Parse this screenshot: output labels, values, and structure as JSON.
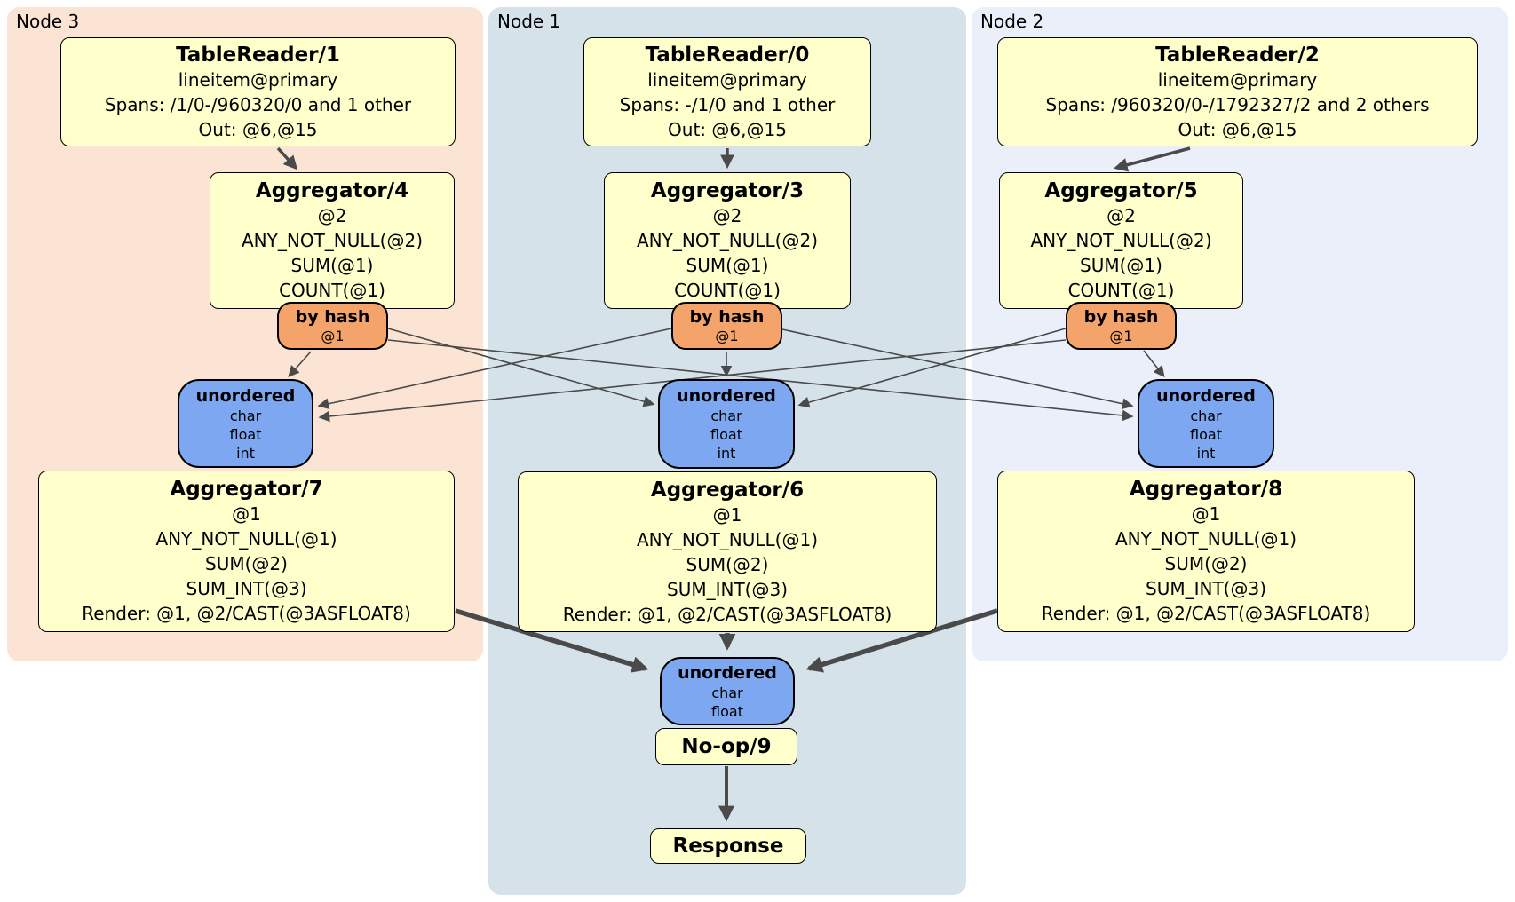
{
  "colors": {
    "node3-fill": "#fce4d4",
    "node1-fill": "#d5e2ea",
    "node2-fill": "#eaeffa",
    "box-fill": "#ffffcc",
    "router-fill": "#f4a46a",
    "stream-fill": "#7da7f0",
    "edge": "#4a4a4a"
  },
  "node_groups": {
    "node3": {
      "label": "Node 3"
    },
    "node1": {
      "label": "Node 1"
    },
    "node2": {
      "label": "Node 2"
    }
  },
  "processors": {
    "tr1": {
      "title": "TableReader/1",
      "index": "lineitem@primary",
      "spans": "Spans: /1/0-/960320/0 and 1 other",
      "out": "Out: @6,@15"
    },
    "tr0": {
      "title": "TableReader/0",
      "index": "lineitem@primary",
      "spans": "Spans: -/1/0 and 1 other",
      "out": "Out: @6,@15"
    },
    "tr2": {
      "title": "TableReader/2",
      "index": "lineitem@primary",
      "spans": "Spans: /960320/0-/1792327/2 and 2 others",
      "out": "Out: @6,@15"
    },
    "agg4": {
      "title": "Aggregator/4",
      "group": "@2",
      "fn1": "ANY_NOT_NULL(@2)",
      "fn2": "SUM(@1)",
      "fn3": "COUNT(@1)"
    },
    "agg3": {
      "title": "Aggregator/3",
      "group": "@2",
      "fn1": "ANY_NOT_NULL(@2)",
      "fn2": "SUM(@1)",
      "fn3": "COUNT(@1)"
    },
    "agg5": {
      "title": "Aggregator/5",
      "group": "@2",
      "fn1": "ANY_NOT_NULL(@2)",
      "fn2": "SUM(@1)",
      "fn3": "COUNT(@1)"
    },
    "agg7": {
      "title": "Aggregator/7",
      "group": "@1",
      "fn1": "ANY_NOT_NULL(@1)",
      "fn2": "SUM(@2)",
      "fn3": "SUM_INT(@3)",
      "render": "Render: @1, @2/CAST(@3ASFLOAT8)"
    },
    "agg6": {
      "title": "Aggregator/6",
      "group": "@1",
      "fn1": "ANY_NOT_NULL(@1)",
      "fn2": "SUM(@2)",
      "fn3": "SUM_INT(@3)",
      "render": "Render: @1, @2/CAST(@3ASFLOAT8)"
    },
    "agg8": {
      "title": "Aggregator/8",
      "group": "@1",
      "fn1": "ANY_NOT_NULL(@1)",
      "fn2": "SUM(@2)",
      "fn3": "SUM_INT(@3)",
      "render": "Render: @1, @2/CAST(@3ASFLOAT8)"
    },
    "noop": {
      "title": "No-op/9"
    },
    "response": {
      "title": "Response"
    }
  },
  "routers": {
    "hash4": {
      "title": "by hash",
      "key": "@1"
    },
    "hash3": {
      "title": "by hash",
      "key": "@1"
    },
    "hash5": {
      "title": "by hash",
      "key": "@1"
    }
  },
  "streams": {
    "in7": {
      "title": "unordered",
      "types": [
        "char",
        "float",
        "int"
      ]
    },
    "in6": {
      "title": "unordered",
      "types": [
        "char",
        "float",
        "int"
      ]
    },
    "in8": {
      "title": "unordered",
      "types": [
        "char",
        "float",
        "int"
      ]
    },
    "final": {
      "title": "unordered",
      "types": [
        "char",
        "float"
      ]
    }
  }
}
